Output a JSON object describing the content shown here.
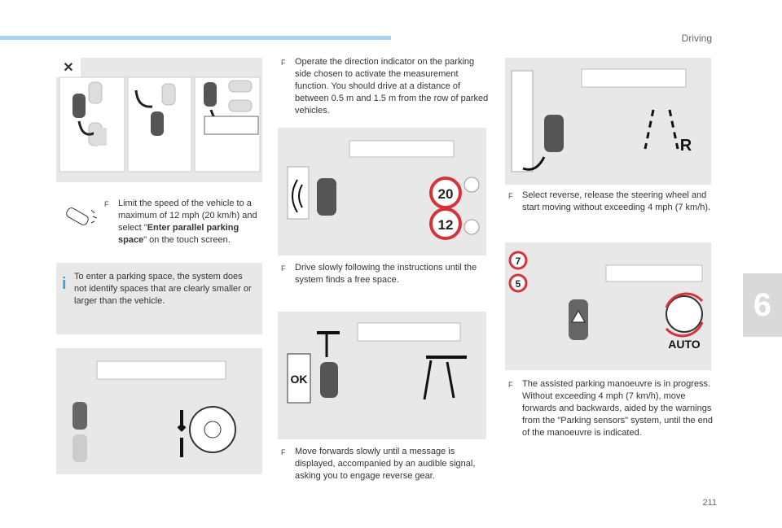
{
  "header": {
    "section": "Driving",
    "chapter": "6",
    "page": "211"
  },
  "col1": {
    "step1": "Limit the speed of the vehicle to a maximum of 12 mph (20 km/h) and select \"",
    "step1_bold": "Enter parallel parking space",
    "step1_tail": "\" on the touch screen.",
    "note": "To enter a parking space, the system does not identify spaces that are clearly smaller or larger than the vehicle.",
    "bullet": "F"
  },
  "col2": {
    "step_operate": "Operate the direction indicator on the parking side chosen to activate the measurement function. You should drive at a distance of between 0.5 m and 1.5 m from the row of parked vehicles.",
    "step_drive": "Drive slowly following the instructions until the system finds a free space.",
    "step_forward": "Move forwards slowly until a message is displayed, accompanied by an audible signal, asking you to engage reverse gear.",
    "speed_high": "20",
    "speed_low": "12",
    "ok_label": "OK"
  },
  "col3": {
    "step_reverse": "Select reverse, release the steering wheel and start moving without exceeding 4 mph (7 km/h).",
    "step_progress_1": "The assisted parking manoeuvre is in progress.",
    "step_progress_2": "Without exceeding 4 mph (7 km/h), move forwards and backwards, aided by the warnings from the \"Parking sensors\" system, until the end of the manoeuvre is indicated.",
    "gear_label": "R",
    "speed_a": "7",
    "speed_b": "5",
    "auto_label": "AUTO"
  },
  "colors": {
    "accent": "#a9d3ee",
    "panel": "#e8e8e8",
    "red": "#d6323a",
    "info": "#3fa0d8"
  }
}
